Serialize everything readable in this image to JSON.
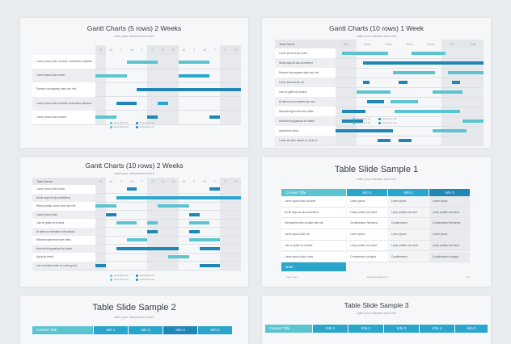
{
  "colors": {
    "teal": "#5bc4d0",
    "blue": "#1f86b5",
    "midblue": "#2aa6cc",
    "rowline": "#eef0f2",
    "greycol": "#e7e9ec",
    "headergrey": "#e4e6ea"
  },
  "slide1": {
    "title": "Gantt Charts (5 rows) 2 Weeks",
    "subtitle": "write your relevant text here",
    "days": [
      "S",
      "M",
      "T",
      "W",
      "T",
      "F",
      "S",
      "S",
      "M",
      "T",
      "W",
      "T",
      "F",
      "S"
    ],
    "tasks": [
      "Lorem ipsum dolor sit amet, consectetur adipisch",
      "Lorem ipsum dolor lorem",
      "Raesent hecysgaate dada van mht",
      "Lorem ipsum dolor sit amet consectetur adipisch",
      "Lorem ipsum dolor laorem"
    ],
    "legend": [
      "Descriptor 01",
      "Descriptor 02",
      "Descriptor 03",
      "Descriptor 04"
    ]
  },
  "slide2": {
    "title": "Gantt Charts (10 rows) 1 Week",
    "subtitle": "write your relevant text here",
    "task_header": "Task Name",
    "days": [
      "Sun",
      "Mon",
      "Tues",
      "Wed",
      "Thurs",
      "Fri",
      "Sat"
    ],
    "tasks": [
      "Lorem ipsum dolor lorem",
      "Neulit sequi at aks at eleifend",
      "Raesent hecysgaate dada van mht",
      "Lorem ipsum dolor sit",
      "Liae eu gibbt ino thobicit",
      "Dt altenon nos malores tan noa",
      "Mibtamiengerment ewer tribtis",
      "Aerit tefnt tryguarban for tridem",
      "Agrticatum tefnot",
      "Lorem sit nibre nemte ut, nurtn oo"
    ],
    "legend": [
      "Descriptor 01",
      "Descriptor 02",
      "Descriptor 03",
      "Descriptor 04"
    ]
  },
  "slide3": {
    "title": "Gantt Charts (10 rows) 2 Weeks",
    "subtitle": "write your relevant text here",
    "task_header": "Task Name",
    "days": [
      "S",
      "M",
      "T",
      "W",
      "T",
      "F",
      "S",
      "S",
      "M",
      "T",
      "W",
      "T",
      "F",
      "S"
    ],
    "tasks": [
      "Lorem ipsum dolor lorem",
      "Neulit sequi at aks at eleifend",
      "Raesa pariatu ulaus deca van mht",
      "Lorem ipsum dolor",
      "Liae eu gibbt ino thobicit",
      "Dt altenon molestiae of fraudalety",
      "Mibtamiengerment ewer tribtis",
      "Ariet tefnt tryguarban for tridem",
      "Agtl pilot tefnot",
      "Lorn sit nibre nemte ut, nurtn go tbc"
    ],
    "legend": [
      "Descriptor 01",
      "Descriptor 02",
      "Descriptor 03",
      "Descriptor 04"
    ]
  },
  "slide4": {
    "title": "Table Slide Sample 1",
    "subtitle": "write your relevant text here",
    "headers": [
      "Content Title",
      "Info 1",
      "Info 2",
      "Info 3"
    ],
    "rows": [
      [
        "Lorem ipsum dolor sit amet",
        "Lorem ipsum",
        "Lorem ipsum",
        "Lorem ipsum"
      ],
      [
        "Neulit sequi at aks at eleifend",
        "Lorep porttitor est heret",
        "Lorep porttitor est hero",
        "Lorep porttitor est heret"
      ],
      [
        "Sterrapietur tedir at daler nibe dat",
        "Condimentum hiemsimy",
        "Condimentum",
        "Condimentum hiemsimy"
      ],
      [
        "Lorem ipsum dolor sit",
        "Lorem ipsum",
        "Lorem ipsum",
        "Lorem ipsum"
      ],
      [
        "Liae eu gibbt ino thobicit",
        "Lorep porttitor est heret",
        "Lorep porttitor est heret",
        "Lorep porttitor est heret"
      ],
      [
        "Lorem ipsum dolor lorem",
        "Condimentum volutpat",
        "Condimentum",
        "Condimentum volutpat"
      ]
    ],
    "note": "Note",
    "footer_left": "Your Logo",
    "footer_mid": "www.company.com",
    "footer_right": "1/4"
  },
  "slide5": {
    "title": "Table Slide Sample 2",
    "subtitle": "write your relevant text here",
    "headers": [
      "Content Title",
      "Info 1",
      "Info 2",
      "Info 3",
      "Info 4"
    ]
  },
  "slide6": {
    "title": "Table Slide Sample 3",
    "subtitle": "write your relevant text here",
    "headers": [
      "Content Title",
      "Info 1",
      "Info 2",
      "Info 3",
      "Info 4",
      "Info 5"
    ]
  }
}
